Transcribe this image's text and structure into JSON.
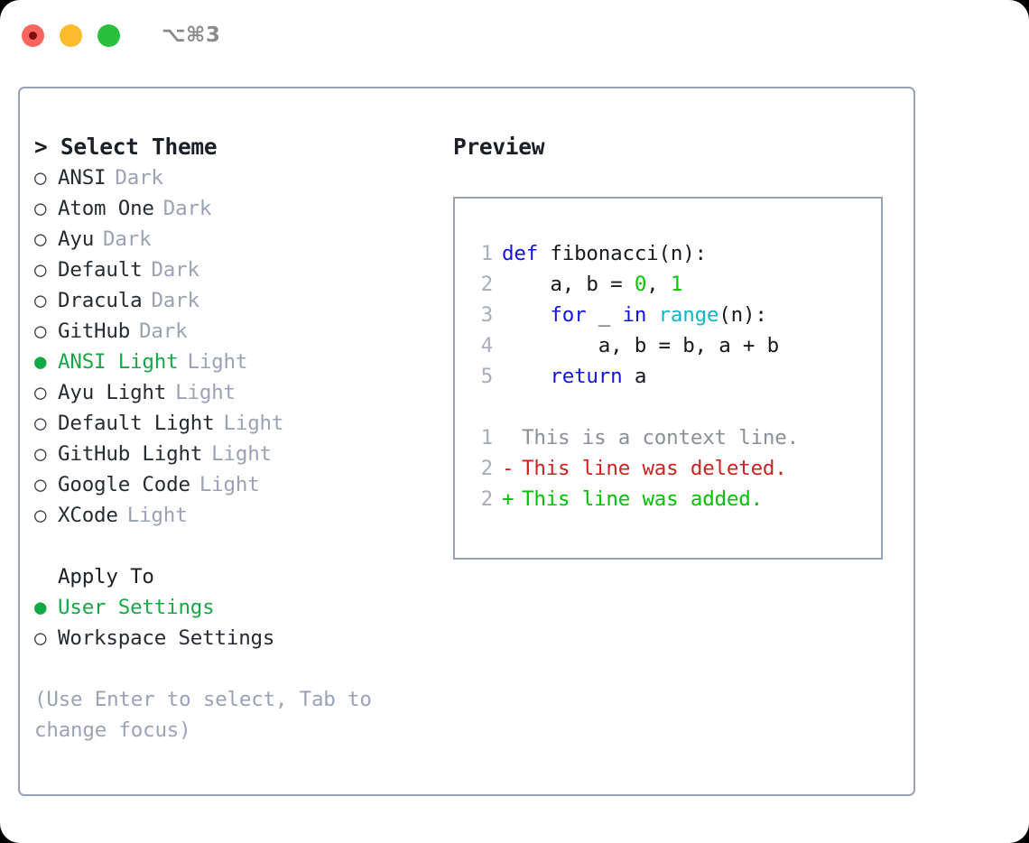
{
  "window": {
    "shortcut_label": "⌥⌘3",
    "traffic_lights": [
      {
        "name": "close",
        "color": "#f9655f"
      },
      {
        "name": "minimize",
        "color": "#fbbc2e"
      },
      {
        "name": "maximize",
        "color": "#2ac03e"
      }
    ]
  },
  "theme_picker": {
    "heading": "> Select Theme",
    "marker_selected": "●",
    "marker_unselected": "○",
    "selected_color": "#16a846",
    "items": [
      {
        "marker": "○",
        "name": "ANSI",
        "variant": "Dark",
        "selected": false
      },
      {
        "marker": "○",
        "name": "Atom One",
        "variant": "Dark",
        "selected": false
      },
      {
        "marker": "○",
        "name": "Ayu",
        "variant": "Dark",
        "selected": false
      },
      {
        "marker": "○",
        "name": "Default",
        "variant": "Dark",
        "selected": false
      },
      {
        "marker": "○",
        "name": "Dracula",
        "variant": "Dark",
        "selected": false
      },
      {
        "marker": "○",
        "name": "GitHub",
        "variant": "Dark",
        "selected": false
      },
      {
        "marker": "●",
        "name": "ANSI Light",
        "variant": "Light",
        "selected": true
      },
      {
        "marker": "○",
        "name": "Ayu Light",
        "variant": "Light",
        "selected": false
      },
      {
        "marker": "○",
        "name": "Default Light",
        "variant": "Light",
        "selected": false
      },
      {
        "marker": "○",
        "name": "GitHub Light",
        "variant": "Light",
        "selected": false
      },
      {
        "marker": "○",
        "name": "Google Code",
        "variant": "Light",
        "selected": false
      },
      {
        "marker": "○",
        "name": "XCode",
        "variant": "Light",
        "selected": false
      }
    ]
  },
  "apply_to": {
    "heading": "Apply To",
    "items": [
      {
        "marker": "●",
        "name": "User Settings",
        "selected": true
      },
      {
        "marker": "○",
        "name": "Workspace Settings",
        "selected": false
      }
    ]
  },
  "hint": "(Use Enter to select, Tab to change focus)",
  "preview": {
    "heading": "Preview",
    "code_lines": [
      {
        "number": "1",
        "tokens": [
          {
            "text": "def",
            "type": "kw"
          },
          {
            "text": " fibonacci(n):",
            "type": "plain"
          }
        ]
      },
      {
        "number": "2",
        "tokens": [
          {
            "text": "    a, b = ",
            "type": "plain"
          },
          {
            "text": "0",
            "type": "num"
          },
          {
            "text": ", ",
            "type": "plain"
          },
          {
            "text": "1",
            "type": "num"
          }
        ]
      },
      {
        "number": "3",
        "tokens": [
          {
            "text": "    ",
            "type": "plain"
          },
          {
            "text": "for",
            "type": "kw"
          },
          {
            "text": " _ ",
            "type": "plain"
          },
          {
            "text": "in",
            "type": "kw"
          },
          {
            "text": " ",
            "type": "plain"
          },
          {
            "text": "range",
            "type": "fn"
          },
          {
            "text": "(n):",
            "type": "plain"
          }
        ]
      },
      {
        "number": "4",
        "tokens": [
          {
            "text": "        a, b = b, a + b",
            "type": "plain"
          }
        ]
      },
      {
        "number": "5",
        "tokens": [
          {
            "text": "    ",
            "type": "plain"
          },
          {
            "text": "return",
            "type": "kw"
          },
          {
            "text": " a",
            "type": "plain"
          }
        ]
      }
    ],
    "diff_lines": [
      {
        "number": "1",
        "marker": " ",
        "text": "This is a context line.",
        "kind": "ctx"
      },
      {
        "number": "2",
        "marker": "-",
        "text": "This line was deleted.",
        "kind": "del"
      },
      {
        "number": "2",
        "marker": "+",
        "text": "This line was added.",
        "kind": "add"
      }
    ]
  }
}
